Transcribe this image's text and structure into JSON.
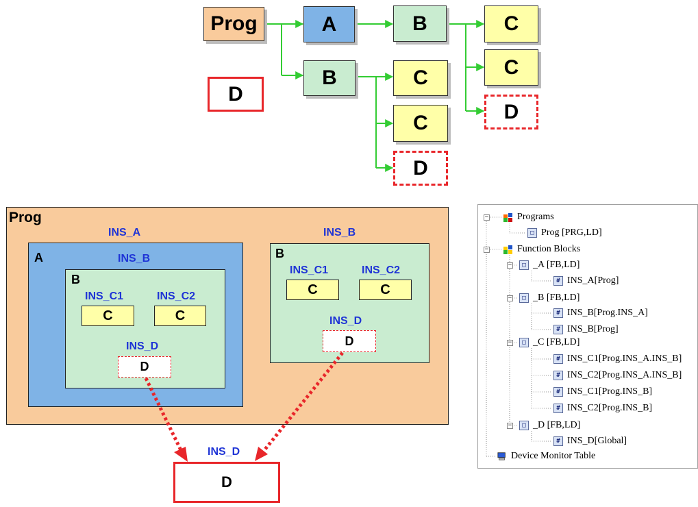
{
  "top_diagram": {
    "prog": "Prog",
    "a": "A",
    "b1": "B",
    "b2": "B",
    "c1": "C",
    "c2": "C",
    "c3": "C",
    "c4": "C",
    "d_solid": "D",
    "d_dash1": "D",
    "d_dash2": "D"
  },
  "nested_diagram": {
    "prog_title": "Prog",
    "ins_a": "INS_A",
    "a_title": "A",
    "ins_b_inner": "INS_B",
    "b_inner_title": "B",
    "ins_c1_inner": "INS_C1",
    "ins_c2_inner": "INS_C2",
    "c_inner1": "C",
    "c_inner2": "C",
    "ins_d_inner": "INS_D",
    "d_inner": "D",
    "ins_b_right": "INS_B",
    "b_right_title": "B",
    "ins_c1_right": "INS_C1",
    "ins_c2_right": "INS_C2",
    "c_right1": "C",
    "c_right2": "C",
    "ins_d_right": "INS_D",
    "d_right": "D",
    "ins_d_global": "INS_D",
    "d_global": "D"
  },
  "tree": {
    "programs": "Programs",
    "prog": "Prog [PRG,LD]",
    "function_blocks": "Function Blocks",
    "fb_a": "_A [FB,LD]",
    "ins_a": "INS_A[Prog]",
    "fb_b": "_B [FB,LD]",
    "ins_b1": "INS_B[Prog.INS_A]",
    "ins_b2": "INS_B[Prog]",
    "fb_c": "_C [FB,LD]",
    "ins_c1a": "INS_C1[Prog.INS_A.INS_B]",
    "ins_c2a": "INS_C2[Prog.INS_A.INS_B]",
    "ins_c1b": "INS_C1[Prog.INS_B]",
    "ins_c2b": "INS_C2[Prog.INS_B]",
    "fb_d": "_D [FB,LD]",
    "ins_d": "INS_D[Global]",
    "device_monitor": "Device Monitor Table"
  },
  "colors": {
    "prog": "#f9cb9c",
    "fb_a": "#7fb3e6",
    "fb_b": "#c9ecd0",
    "fb_c": "#ffffa8",
    "arrow_green": "#33cc33",
    "arrow_red": "#e8262a",
    "label_blue": "#1f34d6"
  }
}
